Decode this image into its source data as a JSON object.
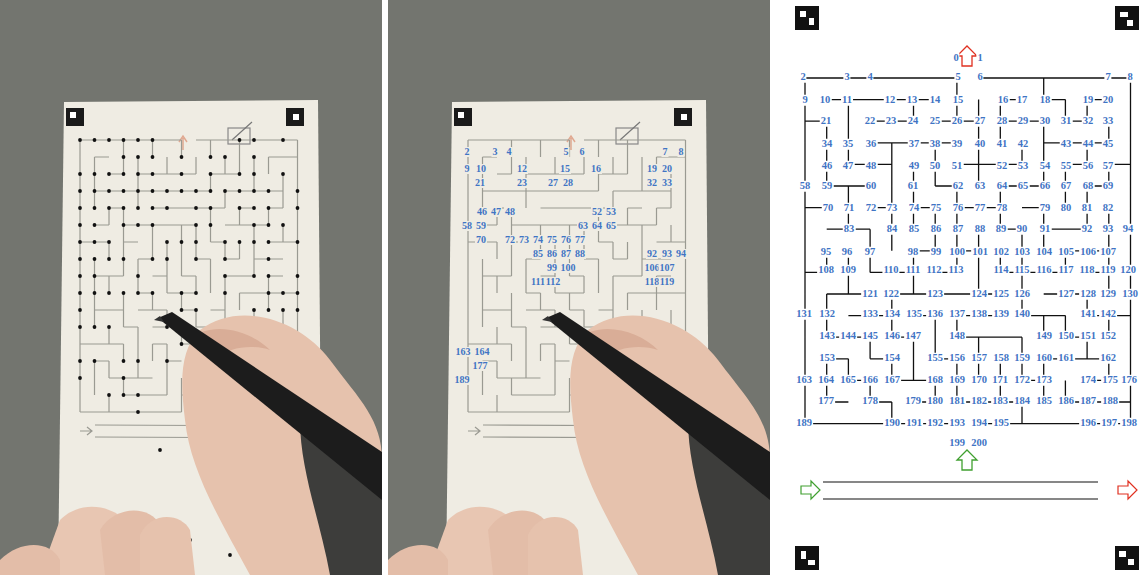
{
  "diagram": {
    "labels": [
      "2",
      "3",
      "4",
      "5",
      "6",
      "7",
      "8",
      "9",
      "10",
      "12",
      "15",
      "16",
      "19",
      "20",
      "21",
      "23",
      "27",
      "28",
      "32",
      "33",
      "46",
      "47",
      "48",
      "52",
      "53",
      "58",
      "59",
      "63",
      "64",
      "65",
      "70",
      "72",
      "73",
      "74",
      "75",
      "76",
      "77",
      "85",
      "86",
      "87",
      "88",
      "92",
      "93",
      "94",
      "99",
      "100",
      "106",
      "107",
      "111",
      "112",
      "118",
      "119",
      "163",
      "164",
      "177",
      "189",
      "0",
      "1",
      "2",
      "3",
      "4",
      "5",
      "6",
      "7",
      "8",
      "9",
      "10",
      "11",
      "12",
      "13",
      "14",
      "15",
      "16",
      "17",
      "18",
      "19",
      "20",
      "21",
      "22",
      "23",
      "24",
      "25",
      "26",
      "27",
      "28",
      "29",
      "30",
      "31",
      "32",
      "33",
      "34",
      "35",
      "36",
      "37",
      "38",
      "39",
      "40",
      "41",
      "42",
      "43",
      "44",
      "45",
      "46",
      "47",
      "48",
      "49",
      "50",
      "51",
      "52",
      "53",
      "54",
      "55",
      "56",
      "57",
      "58",
      "59",
      "60",
      "61",
      "62",
      "63",
      "64",
      "65",
      "66",
      "67",
      "68",
      "69",
      "70",
      "71",
      "72",
      "73",
      "74",
      "75",
      "76",
      "77",
      "78",
      "79",
      "80",
      "81",
      "82",
      "83",
      "84",
      "85",
      "86",
      "87",
      "88",
      "89",
      "90",
      "91",
      "92",
      "93",
      "94",
      "95",
      "96",
      "97",
      "98",
      "99",
      "100",
      "101",
      "102",
      "103",
      "104",
      "105",
      "106",
      "107",
      "108",
      "109",
      "110",
      "111",
      "112",
      "113",
      "114",
      "115",
      "116",
      "117",
      "118",
      "119",
      "120",
      "121",
      "122",
      "123",
      "124",
      "125",
      "126",
      "127",
      "128",
      "129",
      "130",
      "131",
      "132",
      "133",
      "134",
      "135",
      "136",
      "137",
      "138",
      "139",
      "140",
      "141",
      "142",
      "143",
      "144",
      "145",
      "146",
      "147",
      "148",
      "149",
      "150",
      "151",
      "152",
      "153",
      "154",
      "155",
      "156",
      "157",
      "158",
      "159",
      "160",
      "161",
      "162",
      "163",
      "164",
      "165",
      "166",
      "167",
      "168",
      "169",
      "170",
      "171",
      "172",
      "173",
      "174",
      "175",
      "176",
      "177",
      "178",
      "179",
      "180",
      "181",
      "182",
      "183",
      "184",
      "185",
      "186",
      "187",
      "188",
      "189",
      "190",
      "191",
      "192",
      "193",
      "194",
      "195",
      "196",
      "197",
      "198",
      "199",
      "200"
    ]
  }
}
